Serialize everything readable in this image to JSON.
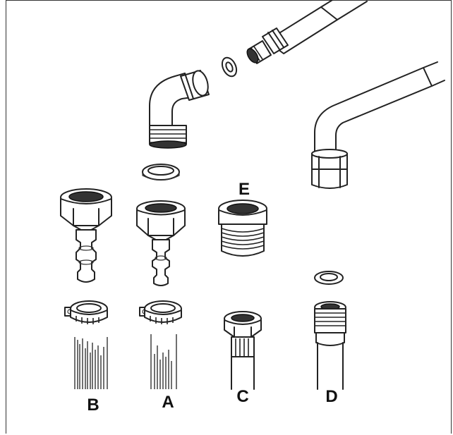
{
  "diagram": {
    "labels": {
      "a": "A",
      "b": "B",
      "c": "C",
      "d": "D",
      "e": "E"
    },
    "colors": {
      "line": "#222222",
      "background": "#ffffff",
      "thread": "#333333"
    }
  }
}
